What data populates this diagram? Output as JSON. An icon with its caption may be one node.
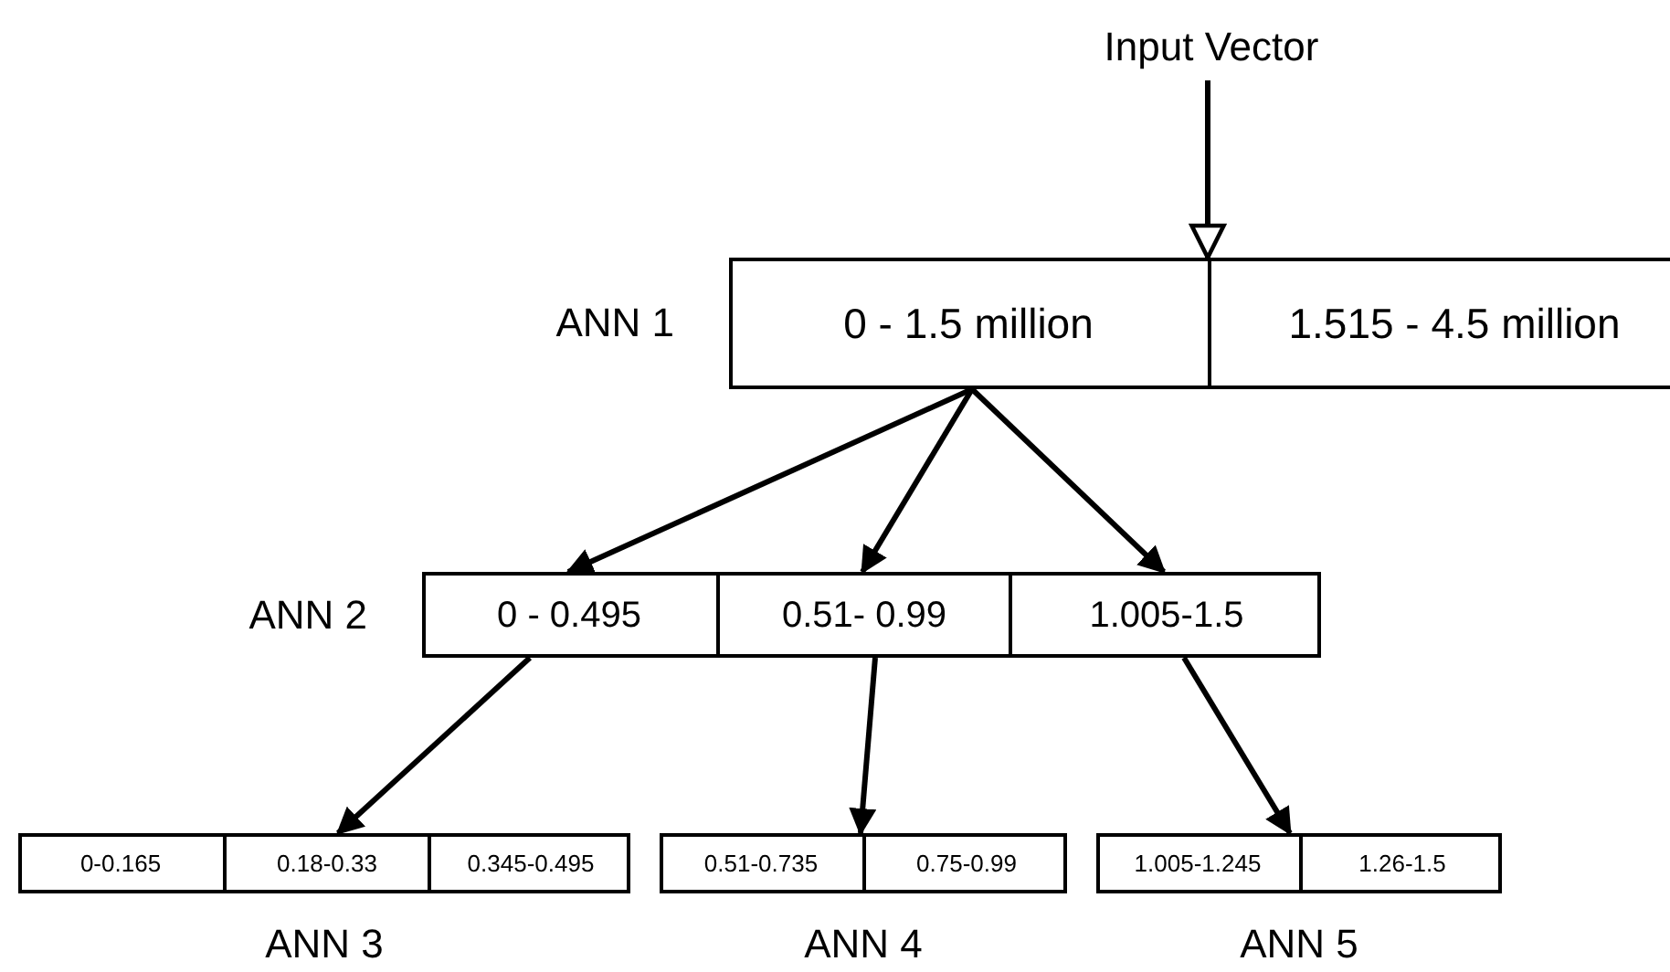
{
  "diagram": {
    "nodes": [
      {
        "text": [
          "Input Vector"
        ]
      },
      {
        "text": [
          "ANN 1"
        ]
      },
      {
        "text": [
          "0 - 1.5 million"
        ],
        "in": 1
      },
      {
        "text": [
          "1.515 - 4.5 million"
        ],
        "in": 1
      },
      {
        "text": [
          "ANN 2"
        ]
      },
      {
        "text": [
          "0 - 0.495"
        ],
        "in": 4
      },
      {
        "text": [
          "0.51- 0.99"
        ],
        "in": 4
      },
      {
        "text": [
          "1.005-1.5"
        ],
        "in": 4
      },
      {
        "text": [
          "ANN 3"
        ]
      },
      {
        "text": [
          "0-0.165"
        ],
        "in": 8
      },
      {
        "text": [
          "0.18-0.33"
        ],
        "in": 8
      },
      {
        "text": [
          "0.345-0.495"
        ],
        "in": 8
      },
      {
        "text": [
          "ANN 4"
        ]
      },
      {
        "text": [
          "0.51-0.735"
        ],
        "in": 12
      },
      {
        "text": [
          "0.75-0.99"
        ],
        "in": 12
      },
      {
        "text": [
          "ANN 5"
        ]
      },
      {
        "text": [
          "1.005-1.245"
        ],
        "in": 15
      },
      {
        "text": [
          "1.26-1.5"
        ],
        "in": 15
      }
    ],
    "edges": [
      {
        "from": 0,
        "to": 1,
        "arrow": "to"
      },
      {
        "from": 2,
        "to": 5,
        "arrow": "to"
      },
      {
        "from": 2,
        "to": 6,
        "arrow": "to"
      },
      {
        "from": 2,
        "to": 7,
        "arrow": "to"
      },
      {
        "from": 5,
        "to": 8,
        "arrow": "to"
      },
      {
        "from": 6,
        "to": 12,
        "arrow": "to"
      },
      {
        "from": 7,
        "to": 15,
        "arrow": "to"
      }
    ]
  }
}
